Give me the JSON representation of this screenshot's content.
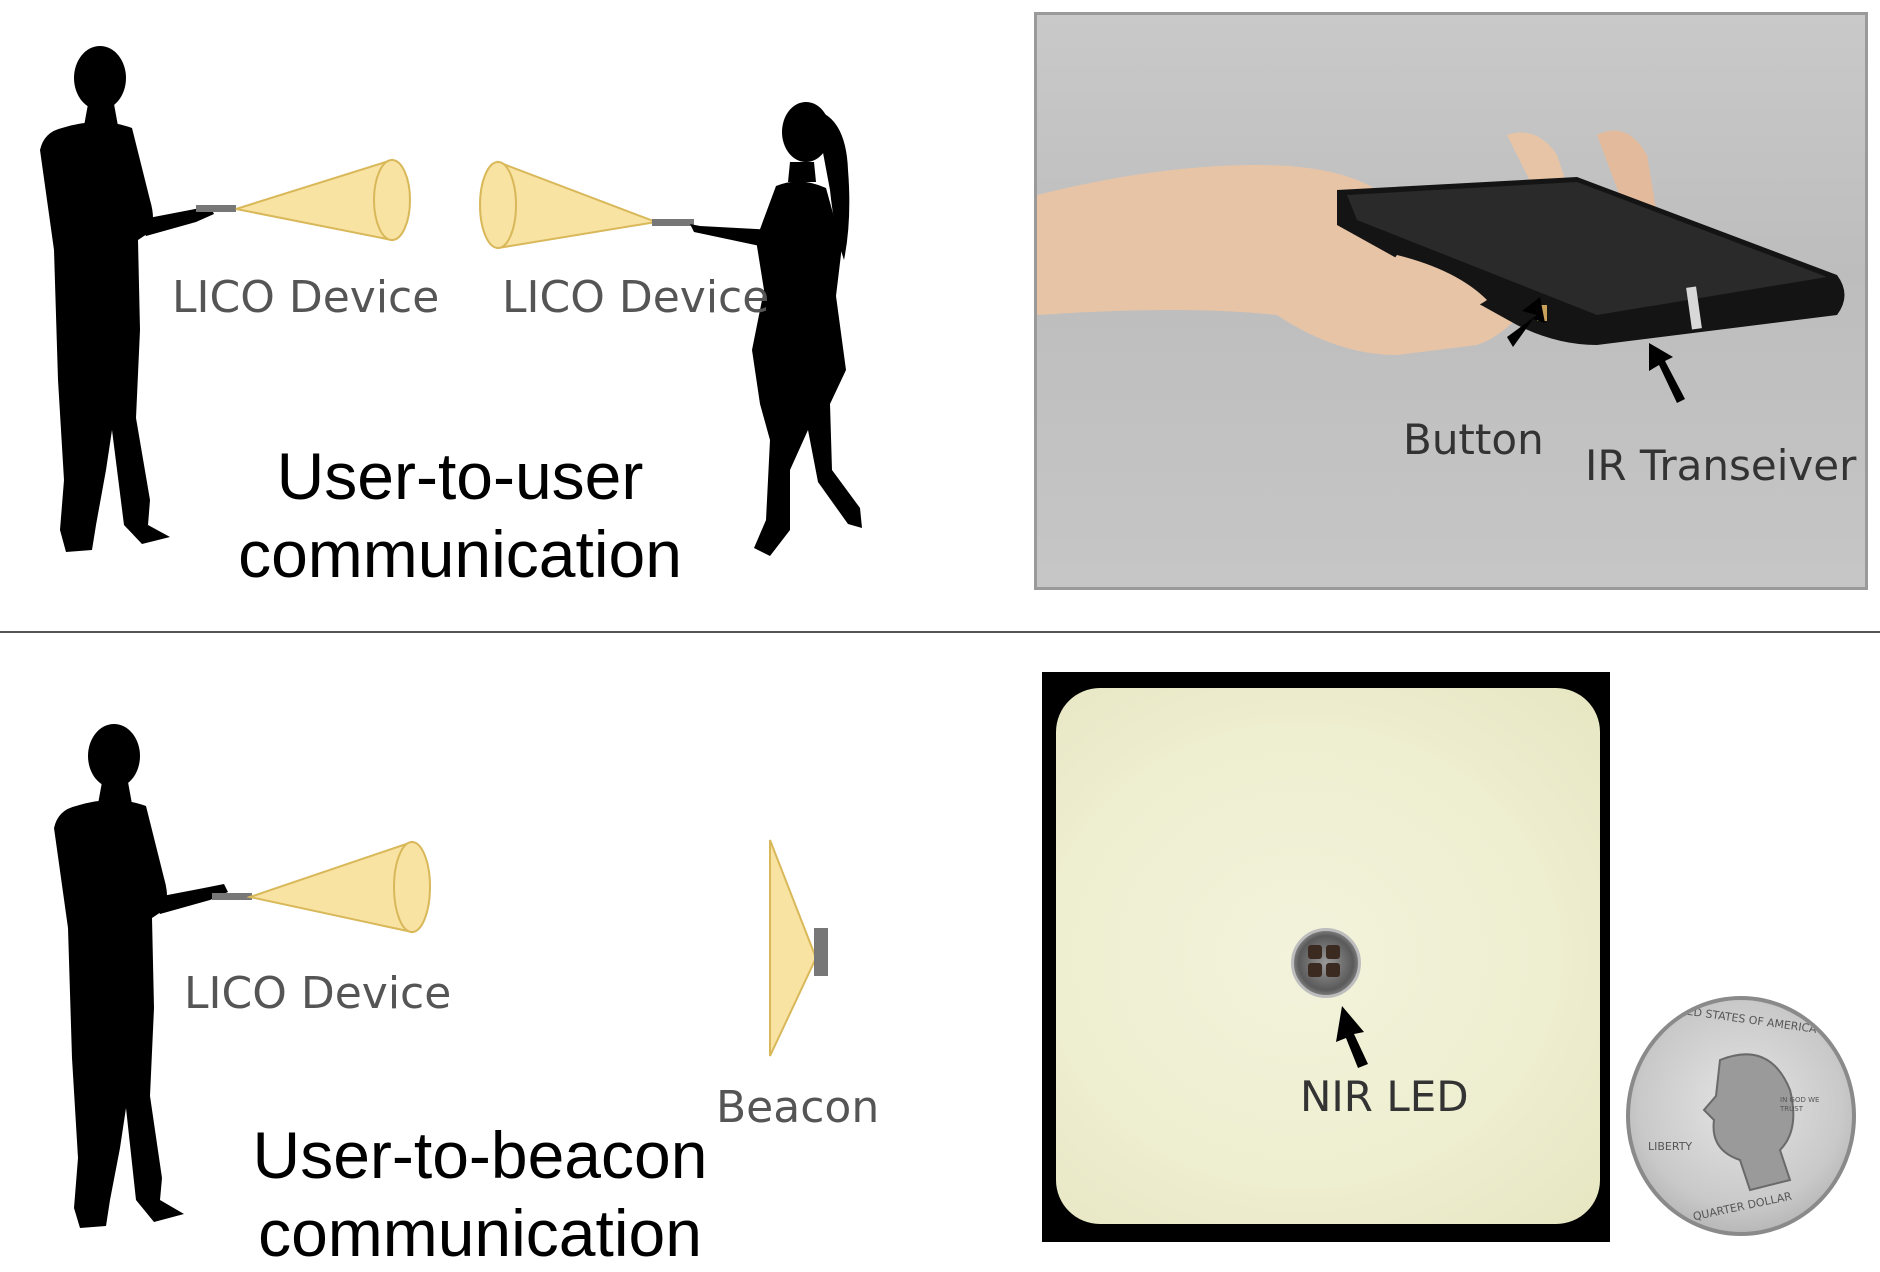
{
  "top_panel": {
    "left_device_label": "LICO Device",
    "right_device_label": "LICO Device",
    "caption_line1": "User-to-user",
    "caption_line2": "communication",
    "photo_labels": {
      "button": "Button",
      "ir": "IR Transeiver"
    }
  },
  "bottom_panel": {
    "device_label": "LICO Device",
    "beacon_label": "Beacon",
    "caption_line1": "User-to-beacon",
    "caption_line2": "communication",
    "photo_labels": {
      "led": "NIR LED"
    },
    "coin_text": {
      "arc_top": "UNITED STATES OF AMERICA",
      "liberty": "LIBERTY",
      "motto": "IN GOD WE TRUST",
      "arc_bottom": "QUARTER DOLLAR"
    }
  },
  "colors": {
    "cone_fill": "#f8e3a3",
    "cone_stroke": "#d9b85a",
    "silhouette": "#000000",
    "divider": "#555555"
  }
}
